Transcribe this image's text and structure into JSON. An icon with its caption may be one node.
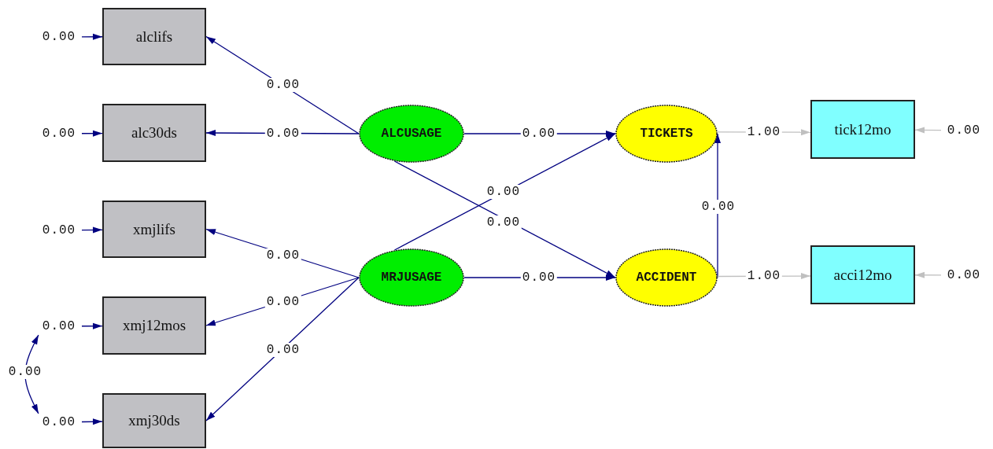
{
  "diagram": {
    "nodes": [
      {
        "text": [
          "alclifs"
        ]
      },
      {
        "text": [
          "alc30ds"
        ]
      },
      {
        "text": [
          "xmjlifs"
        ]
      },
      {
        "text": [
          "xmj12mos"
        ]
      },
      {
        "text": [
          "xmj30ds"
        ]
      },
      {
        "text": [
          "ALCUSAGE"
        ]
      },
      {
        "text": [
          "MRJUSAGE"
        ]
      },
      {
        "text": [
          "TICKETS"
        ]
      },
      {
        "text": [
          "ACCIDENT"
        ]
      },
      {
        "text": [
          "tick12mo"
        ]
      },
      {
        "text": [
          "acci12mo"
        ]
      },
      {
        "text": [
          "0.00"
        ]
      },
      {
        "text": [
          "0.00"
        ]
      },
      {
        "text": [
          "0.00"
        ]
      },
      {
        "text": [
          "0.00"
        ]
      },
      {
        "text": [
          "0.00"
        ]
      },
      {
        "text": [
          "0.00"
        ]
      },
      {
        "text": [
          "0.00"
        ]
      }
    ],
    "edges": [
      {
        "from": 11,
        "to": 0,
        "arrow": "to"
      },
      {
        "from": 12,
        "to": 1,
        "arrow": "to"
      },
      {
        "from": 13,
        "to": 2,
        "arrow": "to"
      },
      {
        "from": 14,
        "to": 3,
        "arrow": "to"
      },
      {
        "from": 15,
        "to": 4,
        "arrow": "to"
      },
      {
        "from": 5,
        "to": 0,
        "arrow": "to",
        "label": "0.00"
      },
      {
        "from": 5,
        "to": 1,
        "arrow": "to",
        "label": "0.00"
      },
      {
        "from": 6,
        "to": 2,
        "arrow": "to",
        "label": "0.00"
      },
      {
        "from": 6,
        "to": 3,
        "arrow": "to",
        "label": "0.00"
      },
      {
        "from": 6,
        "to": 4,
        "arrow": "to",
        "label": "0.00"
      },
      {
        "from": 5,
        "to": 7,
        "arrow": "to",
        "label": "0.00"
      },
      {
        "from": 5,
        "to": 8,
        "arrow": "to",
        "label": "0.00"
      },
      {
        "from": 6,
        "to": 7,
        "arrow": "to",
        "label": "0.00"
      },
      {
        "from": 6,
        "to": 8,
        "arrow": "to",
        "label": "0.00"
      },
      {
        "from": 8,
        "to": 7,
        "arrow": "to",
        "label": "0.00"
      },
      {
        "from": 7,
        "to": 9,
        "arrow": "to",
        "label": "1.00",
        "color": "#c0c0c0"
      },
      {
        "from": 8,
        "to": 10,
        "arrow": "to",
        "label": "1.00",
        "color": "#c0c0c0"
      },
      {
        "from": 16,
        "to": 9,
        "arrow": "to",
        "color": "#c0c0c0"
      },
      {
        "from": 17,
        "to": 10,
        "arrow": "to",
        "color": "#c0c0c0"
      },
      {
        "from": 14,
        "to": 15,
        "arrow": "both",
        "label": "0.00"
      }
    ]
  }
}
